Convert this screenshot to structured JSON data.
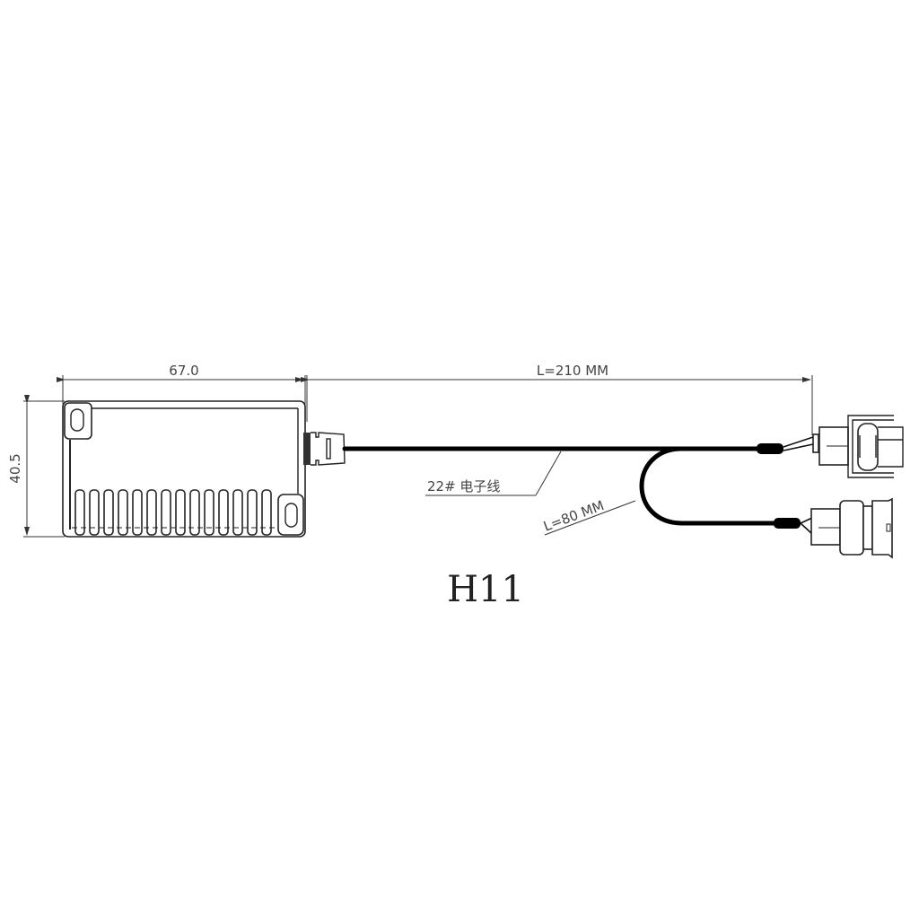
{
  "diagram": {
    "title": "H11",
    "dimensions": {
      "module_width": "67.0",
      "module_height": "40.5",
      "main_cable_length": "L=210  MM",
      "branch_cable_length": "L=80  MM"
    },
    "labels": {
      "wire_spec": "22#  电子线"
    },
    "components": {
      "module": {
        "fin_count": 14,
        "mount_holes": 2
      },
      "connectors": [
        "H11 female connector",
        "H11 male connector"
      ]
    },
    "colors": {
      "line": "#222222",
      "cable": "#000000",
      "background": "#ffffff"
    }
  }
}
